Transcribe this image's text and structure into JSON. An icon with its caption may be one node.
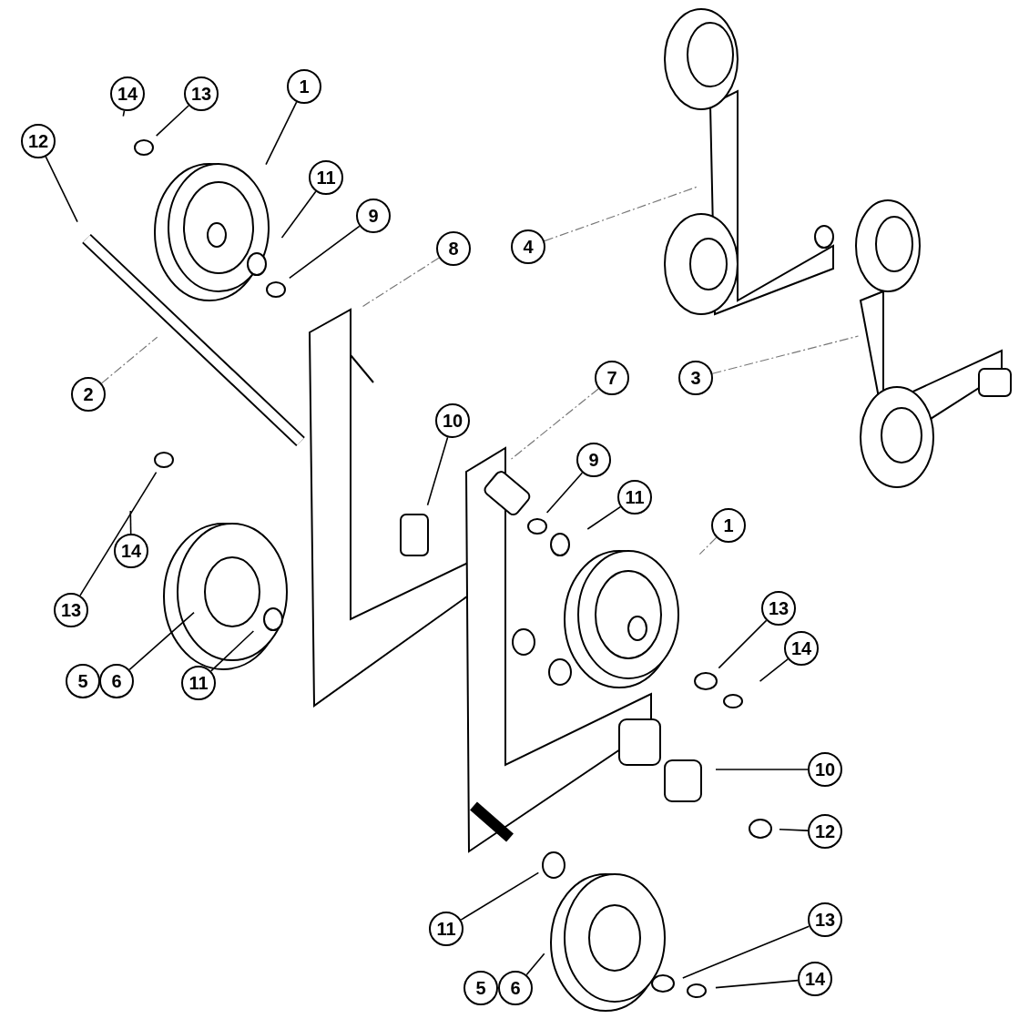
{
  "diagram": {
    "nodes": [
      {
        "text": [
          "14"
        ]
      },
      {
        "text": [
          "13"
        ]
      },
      {
        "text": [
          "1"
        ]
      },
      {
        "text": [
          "12"
        ]
      },
      {
        "text": [
          "11"
        ]
      },
      {
        "text": [
          "9"
        ]
      },
      {
        "text": [
          "8"
        ]
      },
      {
        "text": [
          "4"
        ]
      },
      {
        "text": [
          "2"
        ]
      },
      {
        "text": [
          "7"
        ]
      },
      {
        "text": [
          "3"
        ]
      },
      {
        "text": [
          "10"
        ]
      },
      {
        "text": [
          "9"
        ]
      },
      {
        "text": [
          "11"
        ]
      },
      {
        "text": [
          "1"
        ]
      },
      {
        "text": [
          "14"
        ]
      },
      {
        "text": [
          "13"
        ]
      },
      {
        "text": [
          "13"
        ]
      },
      {
        "text": [
          "14"
        ]
      },
      {
        "text": [
          "5"
        ]
      },
      {
        "text": [
          "6"
        ]
      },
      {
        "text": [
          "11"
        ]
      },
      {
        "text": [
          "10"
        ]
      },
      {
        "text": [
          "12"
        ]
      },
      {
        "text": [
          "11"
        ]
      },
      {
        "text": [
          "13"
        ]
      },
      {
        "text": [
          "14"
        ]
      },
      {
        "text": [
          "5"
        ]
      },
      {
        "text": [
          "6"
        ]
      }
    ],
    "edges": [
      {
        "from": 0,
        "to": null,
        "arrow": "none"
      },
      {
        "from": 1,
        "to": null,
        "arrow": "none"
      },
      {
        "from": 2,
        "to": null,
        "arrow": "none"
      },
      {
        "from": 3,
        "to": null,
        "arrow": "none"
      },
      {
        "from": 4,
        "to": null,
        "arrow": "none"
      },
      {
        "from": 5,
        "to": null,
        "arrow": "none"
      },
      {
        "from": 6,
        "to": null,
        "arrow": "none",
        "style": "dashed",
        "color": "#777777"
      },
      {
        "from": 7,
        "to": null,
        "arrow": "none",
        "style": "dashed",
        "color": "#777777"
      },
      {
        "from": 8,
        "to": null,
        "arrow": "none",
        "style": "dashed",
        "color": "#777777"
      },
      {
        "from": 9,
        "to": null,
        "arrow": "none",
        "style": "dashed",
        "color": "#777777"
      },
      {
        "from": 10,
        "to": null,
        "arrow": "none",
        "style": "dashed",
        "color": "#777777"
      },
      {
        "from": 11,
        "to": null,
        "arrow": "none"
      },
      {
        "from": 12,
        "to": null,
        "arrow": "none"
      },
      {
        "from": 13,
        "to": null,
        "arrow": "none"
      },
      {
        "from": 14,
        "to": null,
        "arrow": "none",
        "style": "dashed",
        "color": "#777777"
      },
      {
        "from": 15,
        "to": null,
        "arrow": "none"
      },
      {
        "from": 16,
        "to": null,
        "arrow": "none"
      },
      {
        "from": 17,
        "to": null,
        "arrow": "none"
      },
      {
        "from": 18,
        "to": null,
        "arrow": "none"
      },
      {
        "from": 20,
        "to": null,
        "arrow": "none"
      },
      {
        "from": 21,
        "to": null,
        "arrow": "none"
      },
      {
        "from": 22,
        "to": null,
        "arrow": "none"
      },
      {
        "from": 23,
        "to": null,
        "arrow": "none"
      },
      {
        "from": 24,
        "to": null,
        "arrow": "none"
      },
      {
        "from": 25,
        "to": null,
        "arrow": "none"
      },
      {
        "from": 26,
        "to": null,
        "arrow": "none"
      },
      {
        "from": 28,
        "to": null,
        "arrow": "none"
      }
    ]
  }
}
